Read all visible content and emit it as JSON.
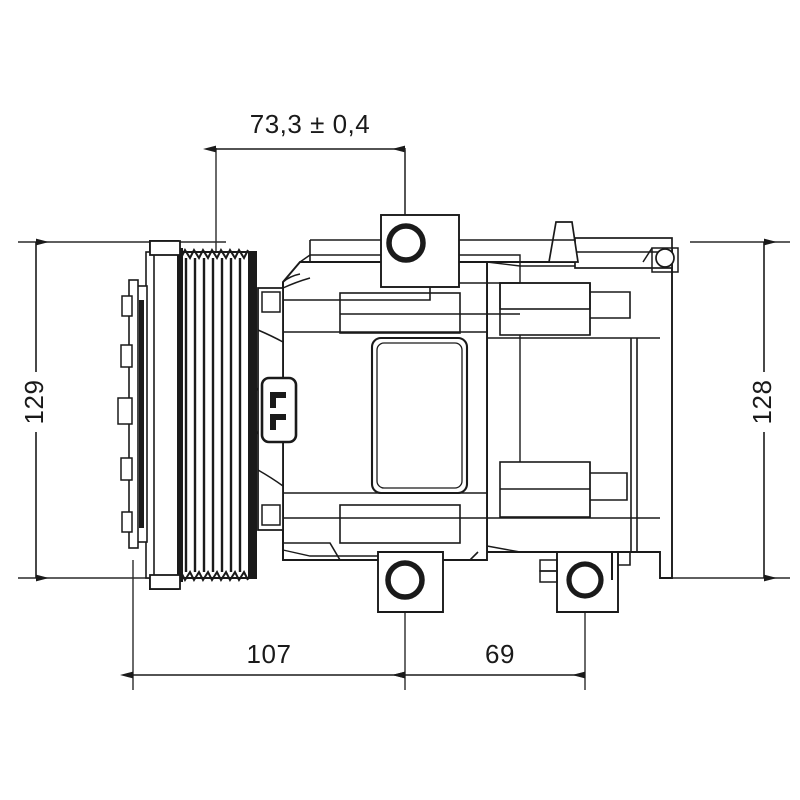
{
  "drawing": {
    "type": "technical-engineering-drawing",
    "subject": "air-conditioning-compressor-side-elevation",
    "background_color": "#ffffff",
    "line_color": "#1a1a1a",
    "dimension_color": "#333333"
  },
  "dimensions": {
    "top": {
      "label": "73,3 ± 0,4",
      "name": "pulley-to-mount-boss-width"
    },
    "left": {
      "label": "129",
      "name": "clutch-pulley-outer-diameter"
    },
    "right": {
      "label": "128",
      "name": "compressor-body-height"
    },
    "bottom_left": {
      "label": "107",
      "name": "front-mount-span"
    },
    "bottom_right": {
      "label": "69",
      "name": "rear-mount-span"
    }
  },
  "features": {
    "pulley_groove_count": 8,
    "bolt_hole_count": 3,
    "connector_terminal_count": 2
  }
}
